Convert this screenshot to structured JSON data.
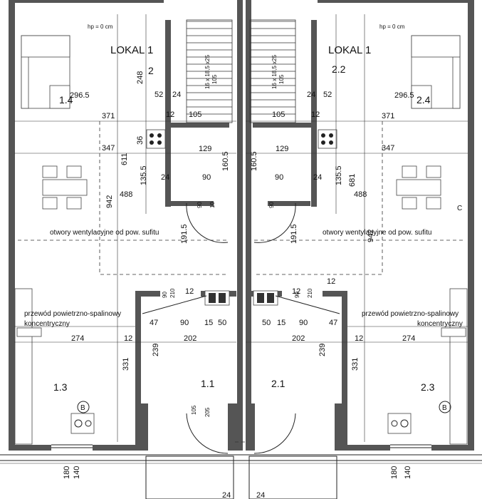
{
  "units": [
    {
      "side": "left",
      "unit_label": "LOKAL 1",
      "hp_note": "hp = 0 cm",
      "rooms": [
        "1.4",
        "2",
        "1.3",
        "1.1"
      ],
      "stair_dim": "16 x 18,5 x25",
      "stair_extra": "105",
      "note_vent": "otwory wentylacyjne od pow. sufitu",
      "note_flue_1": "przewód powietrzno-spalinowy",
      "note_flue_2": "koncentryczny",
      "symbol_b": "B",
      "dims": {
        "d296": "296.5",
        "d371": "371",
        "d347": "347",
        "d488": "488",
        "d942": "942",
        "d611": "611",
        "d248": "248",
        "d52": "52",
        "d24a": "24",
        "d12a": "12",
        "d105a": "105",
        "d36": "36",
        "d129": "129",
        "d1605": "160.5",
        "d1355": "135.5",
        "d24b": "24",
        "d90a": "90",
        "d90b": "90",
        "d10": "10",
        "d1915": "191.5",
        "d90c": "90",
        "d210": "210",
        "d12b": "12",
        "d47": "47",
        "d90d": "90",
        "d15": "15",
        "d50": "50",
        "d274": "274",
        "d12c": "12",
        "d239": "239",
        "d202": "202",
        "d331": "331",
        "d105b": "105",
        "d205": "205",
        "d180": "180",
        "d140": "140",
        "d24c": "24"
      }
    },
    {
      "side": "right",
      "unit_label": "LOKAL 1",
      "hp_note": "hp = 0 cm",
      "rooms": [
        "2.4",
        "2.2",
        "2.3",
        "2.1"
      ],
      "stair_dim": "16 x 18,5 x25",
      "stair_extra": "105",
      "note_vent": "otwory wentylacyjne od pow. sufitu",
      "note_flue_1": "przewód powietrzno-spalinowy",
      "note_flue_2": "koncentryczny",
      "symbol_b": "B",
      "symbol_c": "C",
      "dims": {
        "d296": "296.5",
        "d371": "371",
        "d347": "347",
        "d488": "488",
        "d942": "942",
        "d681": "681",
        "d52": "52",
        "d24a": "24",
        "d12a": "12",
        "d105a": "105",
        "d129": "129",
        "d1606": "160.5",
        "d1355": "135.5",
        "d24b": "24",
        "d90a": "90",
        "d90b": "90",
        "d1915": "191.5",
        "d90c": "90",
        "d210": "210",
        "d12b": "12",
        "d50": "50",
        "d15": "15",
        "d90d": "90",
        "d47": "47",
        "d274": "274",
        "d12c": "12",
        "d239": "239",
        "d202": "202",
        "d331": "331",
        "d180": "180",
        "d140": "140",
        "d24c": "24",
        "d12d": "12"
      }
    }
  ]
}
